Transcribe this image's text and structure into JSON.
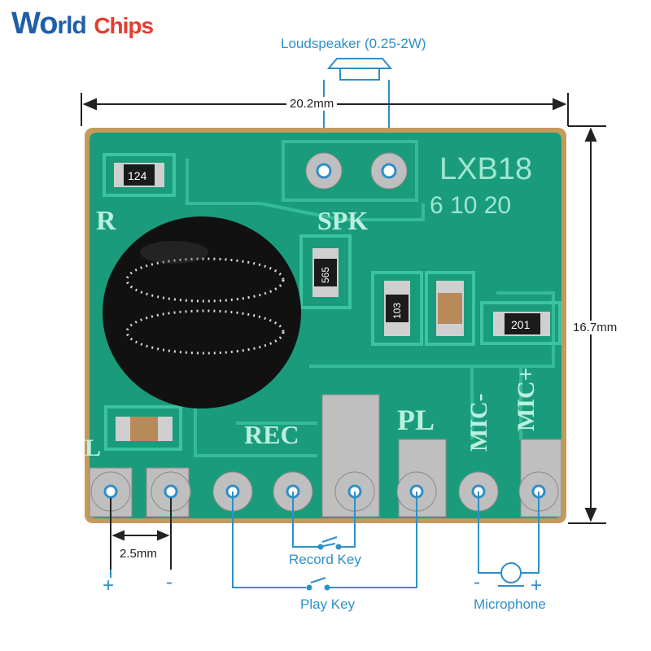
{
  "brand": {
    "prefix": "W",
    "o_letter": "o",
    "rest": "rld",
    "second_word": "Chips"
  },
  "dimensions": {
    "width": "20.2mm",
    "height": "16.7mm",
    "pitch": "2.5mm"
  },
  "labels": {
    "loudspeaker": "Loudspeaker (0.25-2W)",
    "record_key": "Record Key",
    "play_key": "Play Key",
    "microphone": "Microphone",
    "plus": "+",
    "minus": "-"
  },
  "board_silk": {
    "model": "LXB18",
    "times": "6 10 20",
    "spk": "SPK",
    "rec": "REC",
    "pl": "PL",
    "mic_minus": "MIC-",
    "mic_plus": "MIC+",
    "r": "R",
    "l": "L"
  },
  "component_codes": {
    "r1": "124",
    "r2": "565",
    "r3": "103",
    "r4": "201"
  },
  "colors": {
    "board": "#1a9c7c",
    "pad": "#bfbfbf",
    "line": "#2d8fc9",
    "edge": "#c49a5a"
  }
}
